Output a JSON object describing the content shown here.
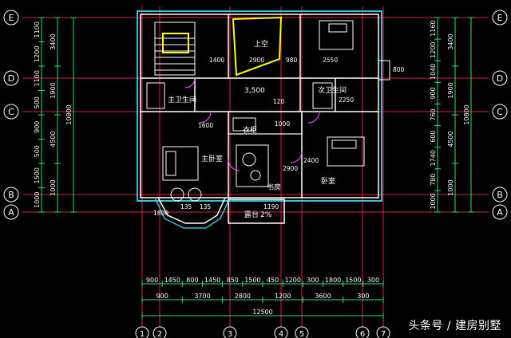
{
  "colors": {
    "background": "#000000",
    "axis": "#e0203a",
    "dimension": "#2fe070",
    "wall": "#ffffff",
    "wall_outline": "#35c0d8",
    "room_label": "#ffffff",
    "dim_text": "#ffffff",
    "bubble": "#ffffff",
    "furniture": "#ffffff",
    "highlight": "#ffff00",
    "door": "#ff55ff"
  },
  "axes": {
    "horizontal": [
      "E",
      "D",
      "C",
      "B",
      "A"
    ],
    "vertical": [
      "1",
      "2",
      "3",
      "4",
      "5",
      "6",
      "7"
    ]
  },
  "left_dims": {
    "inner": [
      "1100",
      "1200",
      "1100",
      "500",
      "900",
      "500",
      "1500",
      "1000"
    ],
    "middle": [
      "3400",
      "1900",
      "4500",
      "1000"
    ],
    "total": "10800"
  },
  "right_dims": {
    "inner": [
      "1160",
      "1200",
      "1040",
      "900",
      "760",
      "600",
      "1740",
      "780",
      "1000"
    ],
    "middle": [
      "3400",
      "1900",
      "4500",
      "1000"
    ],
    "total": "10800"
  },
  "bottom_dims": {
    "row1": [
      "900",
      "1450",
      "800",
      "1450",
      "850",
      "1500",
      "450",
      "1200",
      "300",
      "1800",
      "1500",
      "300"
    ],
    "row2": [
      "900",
      "3700",
      "2800",
      "1200",
      "3600",
      "300"
    ],
    "total": "12500"
  },
  "rooms": {
    "upper_void": "上空",
    "master_bath": "主卫生间",
    "secondary_bath": "次卫生间",
    "master_bedroom": "主卧室",
    "bedroom": "卧室",
    "study": "书房",
    "balcony": "露台",
    "storage": "衣柜",
    "balcony_slope": "2%"
  },
  "inner_dims": {
    "d_3500": "3,500",
    "d_1400": "1400",
    "d_2900": "2900",
    "d_980": "980",
    "d_2550": "2550",
    "d_2250": "2250",
    "d_120": "120",
    "d_1600": "1600",
    "d_1000": "1000",
    "d_2900v": "2900",
    "d_2400": "2400",
    "d_135a": "135",
    "d_135b": "135",
    "d_1800": "1800",
    "d_1190": "1190",
    "d_800": "800"
  },
  "watermark": "头条号 / 建房别墅"
}
